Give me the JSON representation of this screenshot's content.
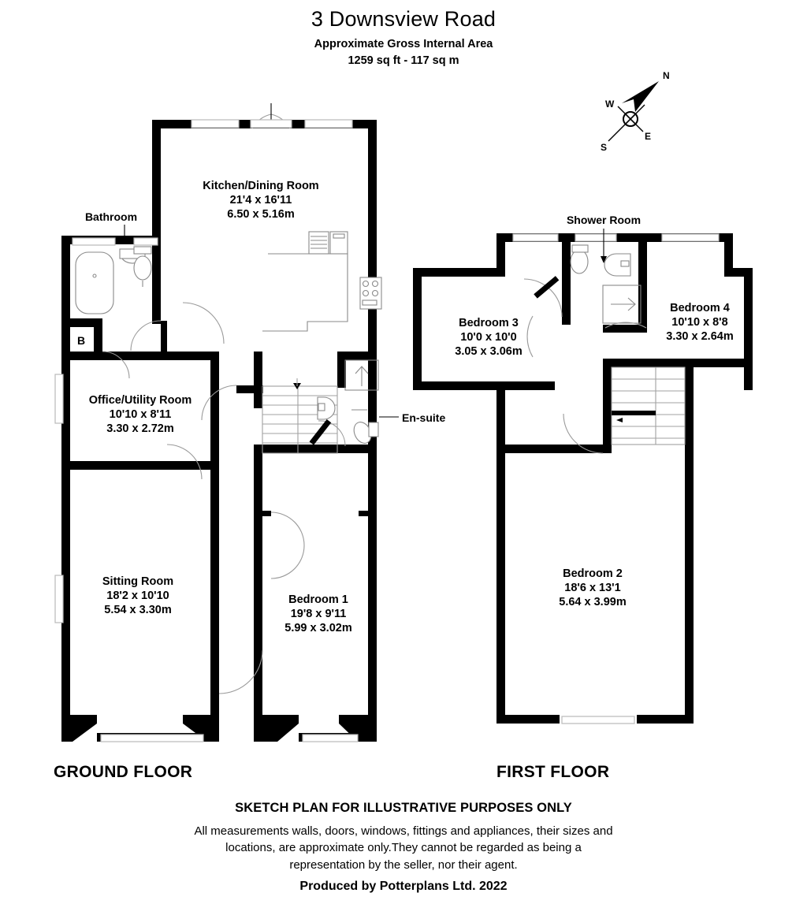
{
  "header": {
    "title": "3 Downsview Road",
    "subtitle": "Approximate Gross Internal Area",
    "area": "1259 sq ft - 117 sq m"
  },
  "compass": {
    "north": "N",
    "east": "E",
    "south": "S",
    "west": "W"
  },
  "floors": [
    {
      "id": "ground",
      "label": "GROUND FLOOR",
      "rooms": [
        {
          "id": "kitchen-dining-room",
          "name": "Kitchen/Dining Room",
          "imperial": "21'4 x 16'11",
          "metric": "6.50 x 5.16m"
        },
        {
          "id": "office-utility-room",
          "name": "Office/Utility Room",
          "imperial": "10'10 x 8'11",
          "metric": "3.30 x 2.72m"
        },
        {
          "id": "sitting-room",
          "name": "Sitting Room",
          "imperial": "18'2 x 10'10",
          "metric": "5.54 x 3.30m"
        },
        {
          "id": "bedroom-1",
          "name": "Bedroom 1",
          "imperial": "19'8 x 9'11",
          "metric": "5.99 x 3.02m"
        }
      ],
      "tags": [
        {
          "id": "bathroom",
          "label": "Bathroom"
        },
        {
          "id": "en-suite",
          "label": "En-suite"
        },
        {
          "id": "cupboard",
          "label": "B"
        }
      ]
    },
    {
      "id": "first",
      "label": "FIRST FLOOR",
      "rooms": [
        {
          "id": "bedroom-3",
          "name": "Bedroom 3",
          "imperial": "10'0 x 10'0",
          "metric": "3.05 x 3.06m"
        },
        {
          "id": "bedroom-4",
          "name": "Bedroom 4",
          "imperial": "10'10 x 8'8",
          "metric": "3.30 x 2.64m"
        },
        {
          "id": "bedroom-2",
          "name": "Bedroom 2",
          "imperial": "18'6 x 13'1",
          "metric": "5.64 x 3.99m"
        }
      ],
      "tags": [
        {
          "id": "shower-room",
          "label": "Shower Room"
        }
      ]
    }
  ],
  "footer": {
    "heading": "SKETCH PLAN FOR ILLUSTRATIVE PURPOSES ONLY",
    "line1": "All measurements walls, doors, windows, fittings and appliances, their sizes and",
    "line2": "locations, are approximate only.They cannot be regarded as being a",
    "line3": "representation by the seller, nor their agent.",
    "credit": "Produced by Potterplans Ltd. 2022"
  },
  "colors": {
    "wall": "#000000",
    "paper": "#ffffff",
    "fixture": "#8a8a8a",
    "window": "#b9b9b9"
  }
}
